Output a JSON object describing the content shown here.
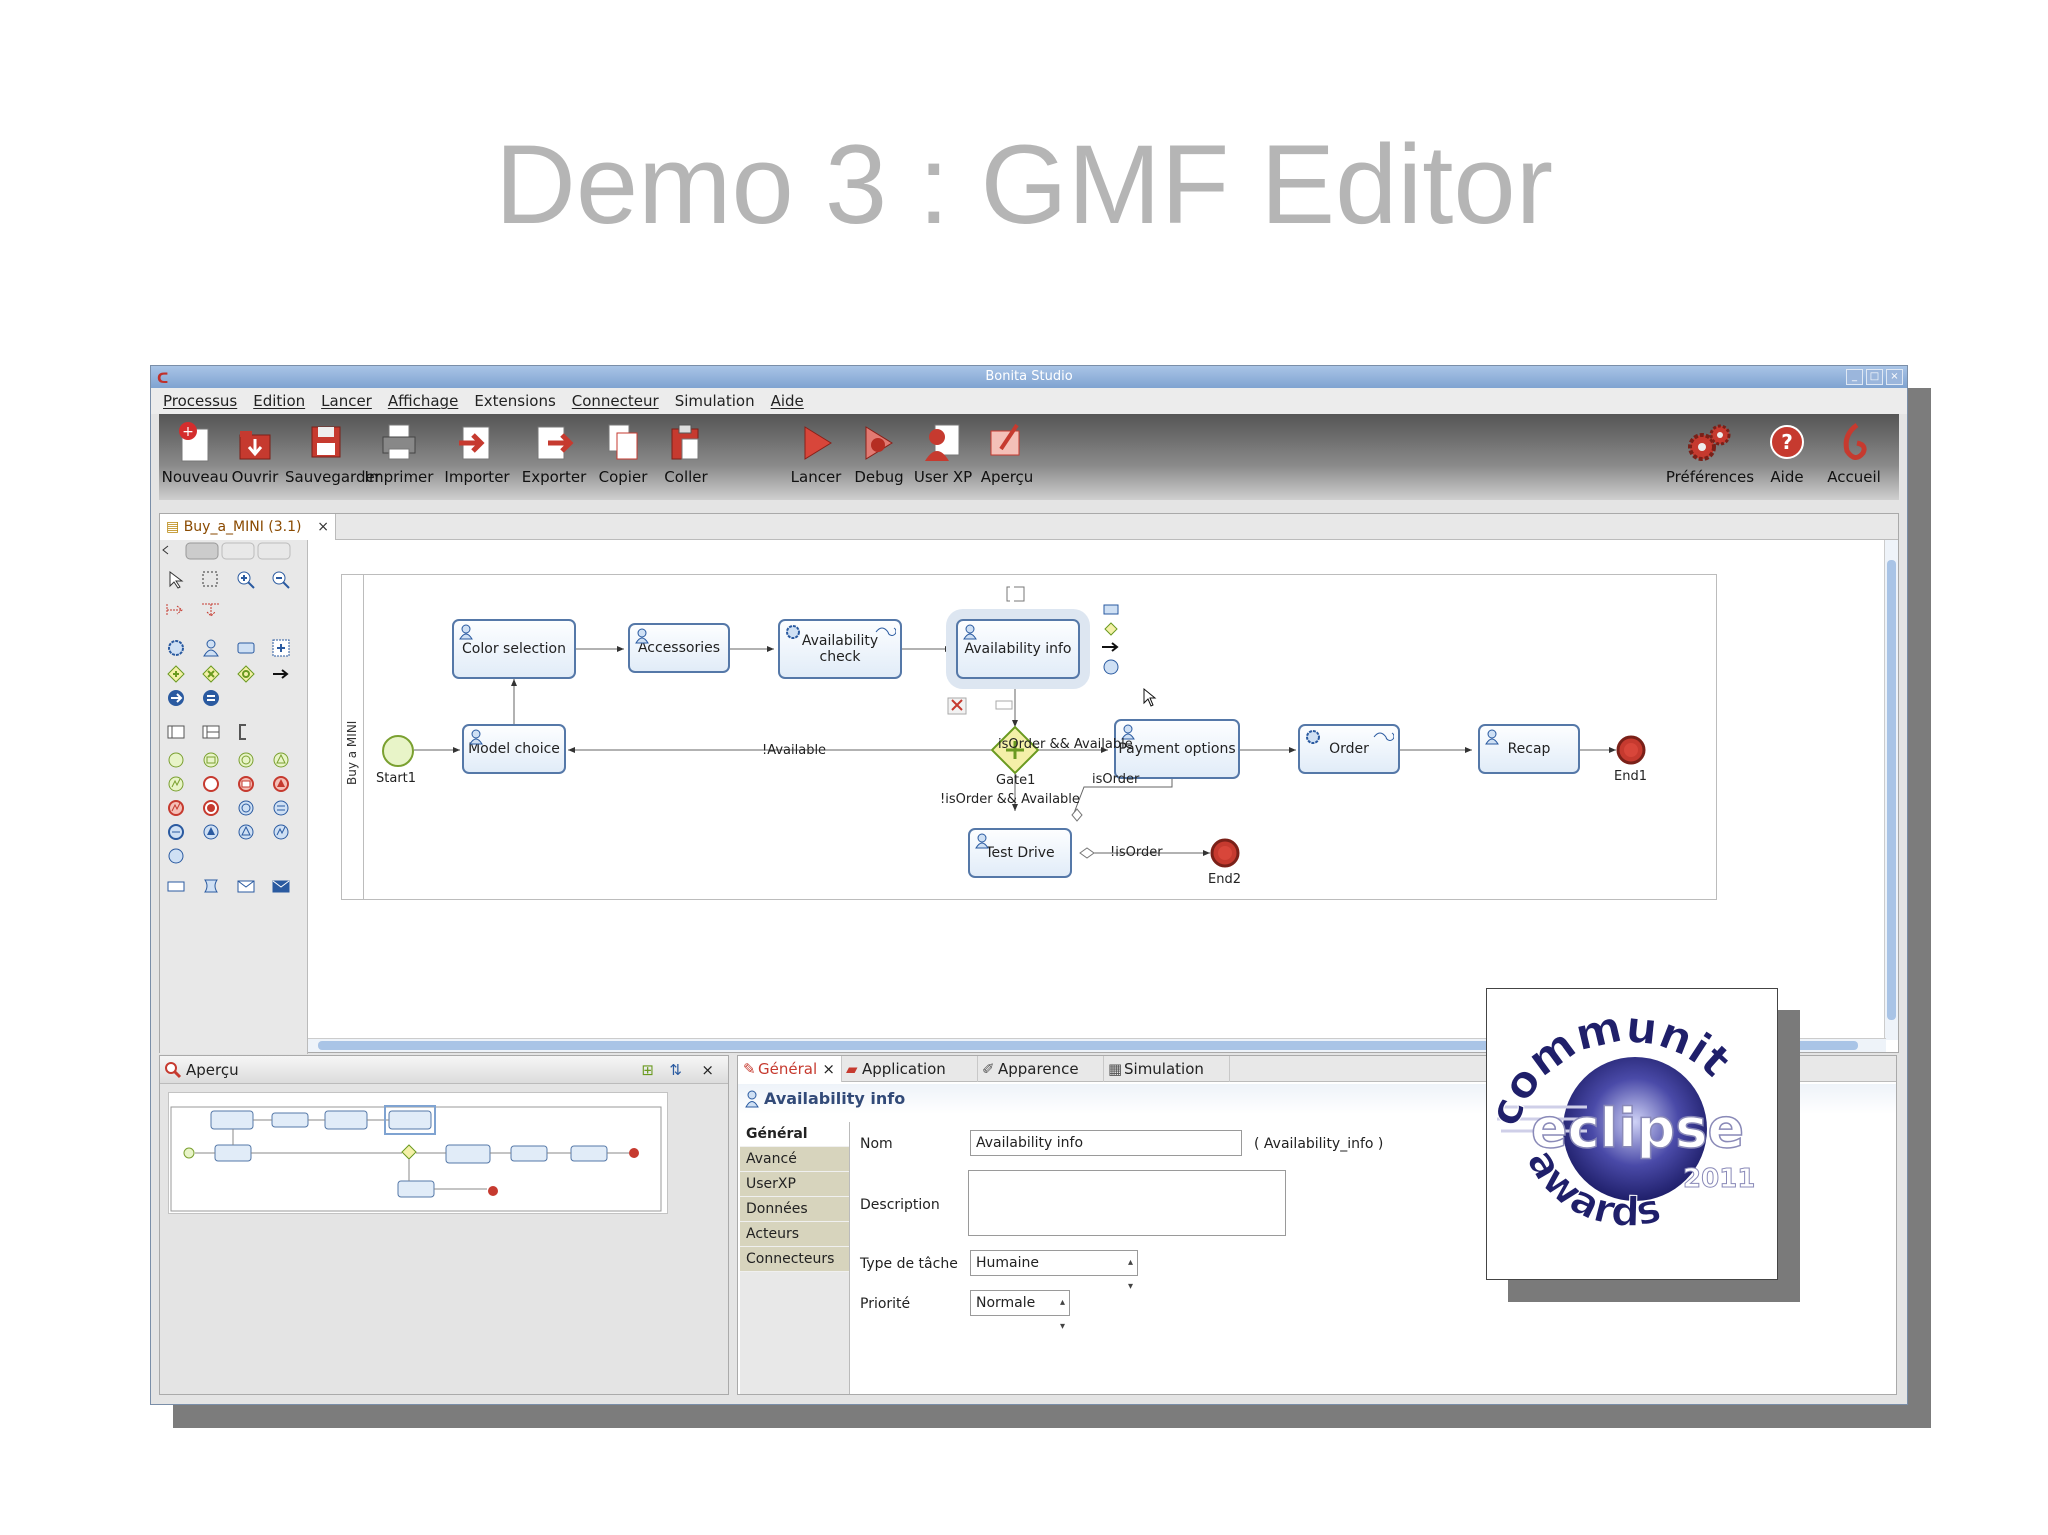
{
  "slide": {
    "title": "Demo 3 : GMF Editor"
  },
  "window": {
    "title": "Bonita Studio"
  },
  "menu": [
    "Processus",
    "Edition",
    "Lancer",
    "Affichage",
    "Extensions",
    "Connecteur",
    "Simulation",
    "Aide"
  ],
  "toolbar": {
    "nouveau": "Nouveau",
    "ouvrir": "Ouvrir",
    "sauvegarder": "Sauvegarder",
    "imprimer": "Imprimer",
    "importer": "Importer",
    "exporter": "Exporter",
    "copier": "Copier",
    "coller": "Coller",
    "lancer": "Lancer",
    "debug": "Debug",
    "userxp": "User XP",
    "apercu": "Aperçu",
    "preferences": "Préférences",
    "aide": "Aide",
    "accueil": "Accueil"
  },
  "editor": {
    "tab_label": "Buy_a_MINI (3.1)",
    "tab_close": "×",
    "pool_name": "Buy a MINI"
  },
  "diagram": {
    "tasks": {
      "color_selection": "Color selection",
      "accessories": "Accessories",
      "availability_check_line1": "Availability",
      "availability_check_line2": "check",
      "availability_info": "Availability info",
      "model_choice": "Model choice",
      "payment_options": "Payment options",
      "order": "Order",
      "recap": "Recap",
      "test_drive": "Test Drive"
    },
    "events": {
      "start1": "Start1",
      "end1": "End1",
      "end2": "End2",
      "gate1": "Gate1"
    },
    "edges": {
      "not_available": "!Available",
      "isorder_and_available": "isOrder && Available",
      "isorder": "isOrder",
      "not_isorder_and_available": "!isOrder && Available",
      "not_isorder": "!isOrder"
    }
  },
  "outline": {
    "title": "Aperçu"
  },
  "properties": {
    "tabs": [
      "Général",
      "Application",
      "Apparence",
      "Simulation"
    ],
    "tab_close": "×",
    "title": "Availability info",
    "side_tabs": [
      "Général",
      "Avancé",
      "UserXP",
      "Données",
      "Acteurs",
      "Connecteurs"
    ],
    "nom_label": "Nom",
    "nom_value": "Availability info",
    "nom_id": "( Availability_info )",
    "description_label": "Description",
    "description_value": "",
    "type_label": "Type de tâche",
    "type_value": "Humaine",
    "priority_label": "Priorité",
    "priority_value": "Normale"
  },
  "award": {
    "line1": "community",
    "line2": "eclipse",
    "line3": "awards",
    "year": "2011"
  }
}
